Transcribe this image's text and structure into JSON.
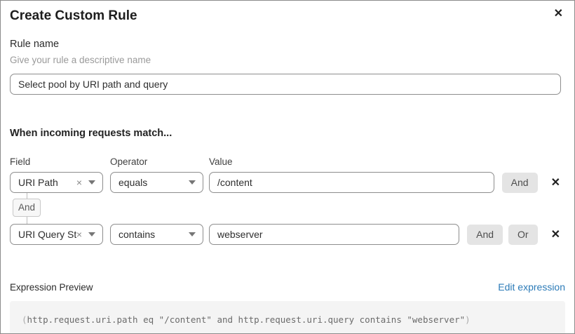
{
  "dialog": {
    "title": "Create Custom Rule",
    "close_icon": "✕"
  },
  "rule_name": {
    "label": "Rule name",
    "hint": "Give your rule a descriptive name",
    "value": "Select pool by URI path and query"
  },
  "matcher": {
    "heading": "When incoming requests match...",
    "column_headers": {
      "field": "Field",
      "operator": "Operator",
      "value": "Value"
    },
    "clear_icon": "×",
    "remove_icon": "✕",
    "connector_label": "And",
    "rows": [
      {
        "field": "URI Path",
        "operator": "equals",
        "value": "/content",
        "buttons": [
          "And"
        ]
      },
      {
        "field": "URI Query St...",
        "operator": "contains",
        "value": "webserver",
        "buttons": [
          "And",
          "Or"
        ]
      }
    ]
  },
  "expression_preview": {
    "label": "Expression Preview",
    "edit_link": "Edit expression",
    "expr_open": "(",
    "expr_body": "http.request.uri.path eq \"/content\" and http.request.uri.query contains \"webserver\"",
    "expr_close": ")"
  },
  "colors": {
    "link_blue": "#2c7bb8",
    "button_gray": "#e4e4e4",
    "border_gray": "#8d8d8d",
    "code_bg": "#f4f4f4"
  }
}
